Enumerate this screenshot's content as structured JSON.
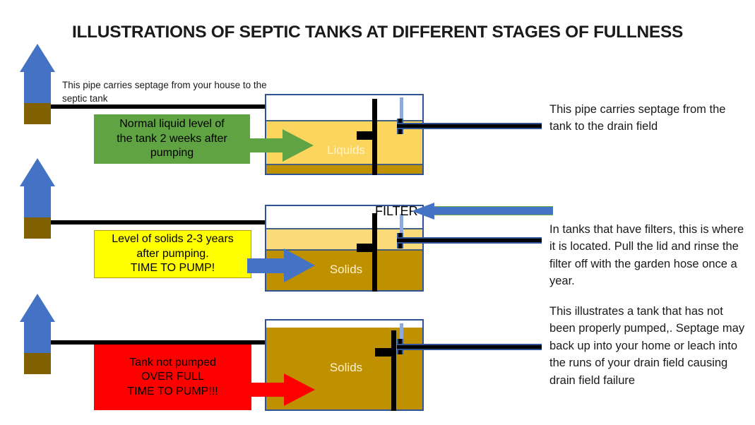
{
  "title": "ILLUSTRATIONS OF SEPTIC TANKS AT DIFFERENT STAGES OF FULLNESS",
  "colors": {
    "house_roof": "#4472C4",
    "house_body": "#4472C4",
    "house_base": "#806000",
    "tank_border": "#2E5496",
    "liquid": "#FCD55F",
    "liquid_light": "#FBDA7A",
    "solids": "#BF9000",
    "pipe": "#000000",
    "green_box": "#5FA343",
    "yellow_box": "#FFFF00",
    "red_box": "#FF0000",
    "green_arrow": "#5FA343",
    "blue_arrow": "#4472C4",
    "red_arrow": "#FF0000",
    "tank_label_text": "#FFF2CC"
  },
  "inlet_note": "This pipe carries septage from your house to the septic tank",
  "filter_label": "FILTER",
  "rows": [
    {
      "id": "row-normal",
      "house_name": "house-icon-1",
      "callout": {
        "style": "green",
        "lines": [
          "Normal liquid level of",
          "the tank 2 weeks after",
          "pumping"
        ],
        "text": "Normal liquid level of the tank 2 weeks after pumping"
      },
      "arrow_color": "#5FA343",
      "arrow_name": "green-arrow",
      "tank_label": "Liquids",
      "right_note": "This pipe carries septage from the tank to the drain field"
    },
    {
      "id": "row-time-to-pump",
      "house_name": "house-icon-2",
      "callout": {
        "style": "yellow",
        "lines": [
          "Level of solids 2-3 years",
          "after pumping.",
          "TIME TO PUMP!"
        ],
        "text": "Level of solids 2-3 years after pumping. TIME TO PUMP!"
      },
      "arrow_color": "#4472C4",
      "arrow_name": "blue-arrow",
      "tank_label": "Solids",
      "right_note": "In tanks that have filters, this is where it is located.  Pull the lid and rinse the filter off with the garden hose once a year."
    },
    {
      "id": "row-over-full",
      "house_name": "house-icon-3",
      "callout": {
        "style": "red",
        "lines": [
          "Tank not pumped",
          "OVER FULL",
          "TIME TO PUMP!!!"
        ],
        "text": "Tank not pumped OVER FULL TIME TO PUMP!!!"
      },
      "arrow_color": "#FF0000",
      "arrow_name": "red-arrow",
      "tank_label": "Solids",
      "right_note": "This illustrates a tank that has not been properly pumped,. Septage may back up into your home or leach into the runs of your drain field causing drain field failure"
    }
  ]
}
